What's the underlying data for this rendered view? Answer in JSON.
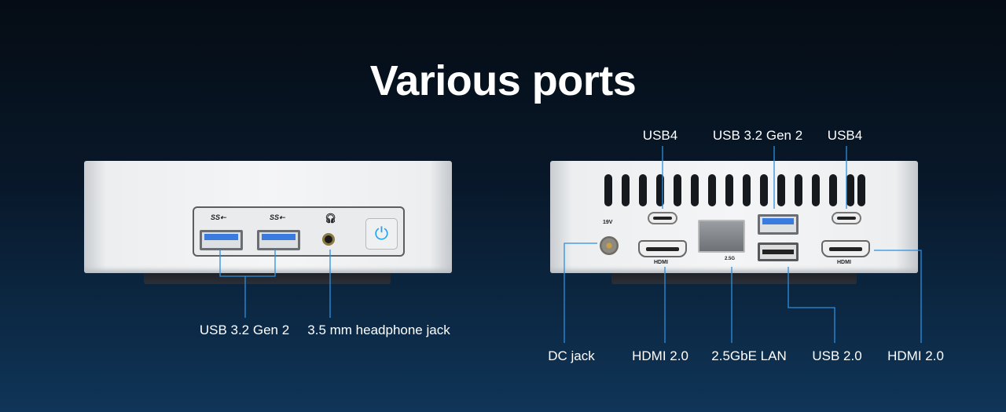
{
  "title": "Various ports",
  "front": {
    "labels": {
      "usb": "USB 3.2 Gen 2",
      "jack": "3.5 mm headphone jack"
    }
  },
  "rear": {
    "top_labels": {
      "usb4_left": "USB4",
      "usb32": "USB 3.2 Gen 2",
      "usb4_right": "USB4"
    },
    "bottom_labels": {
      "dc": "DC jack",
      "hdmi_left": "HDMI 2.0",
      "lan": "2.5GbE LAN",
      "usb2": "USB 2.0",
      "hdmi_right": "HDMI 2.0"
    },
    "port_marks": {
      "hdmi": "HDMI",
      "lan": "2.5G",
      "dc": "19V"
    }
  },
  "colors": {
    "line": "#2b8fe0",
    "usb_blue": "#3a7be0",
    "power": "#22a3f0"
  }
}
